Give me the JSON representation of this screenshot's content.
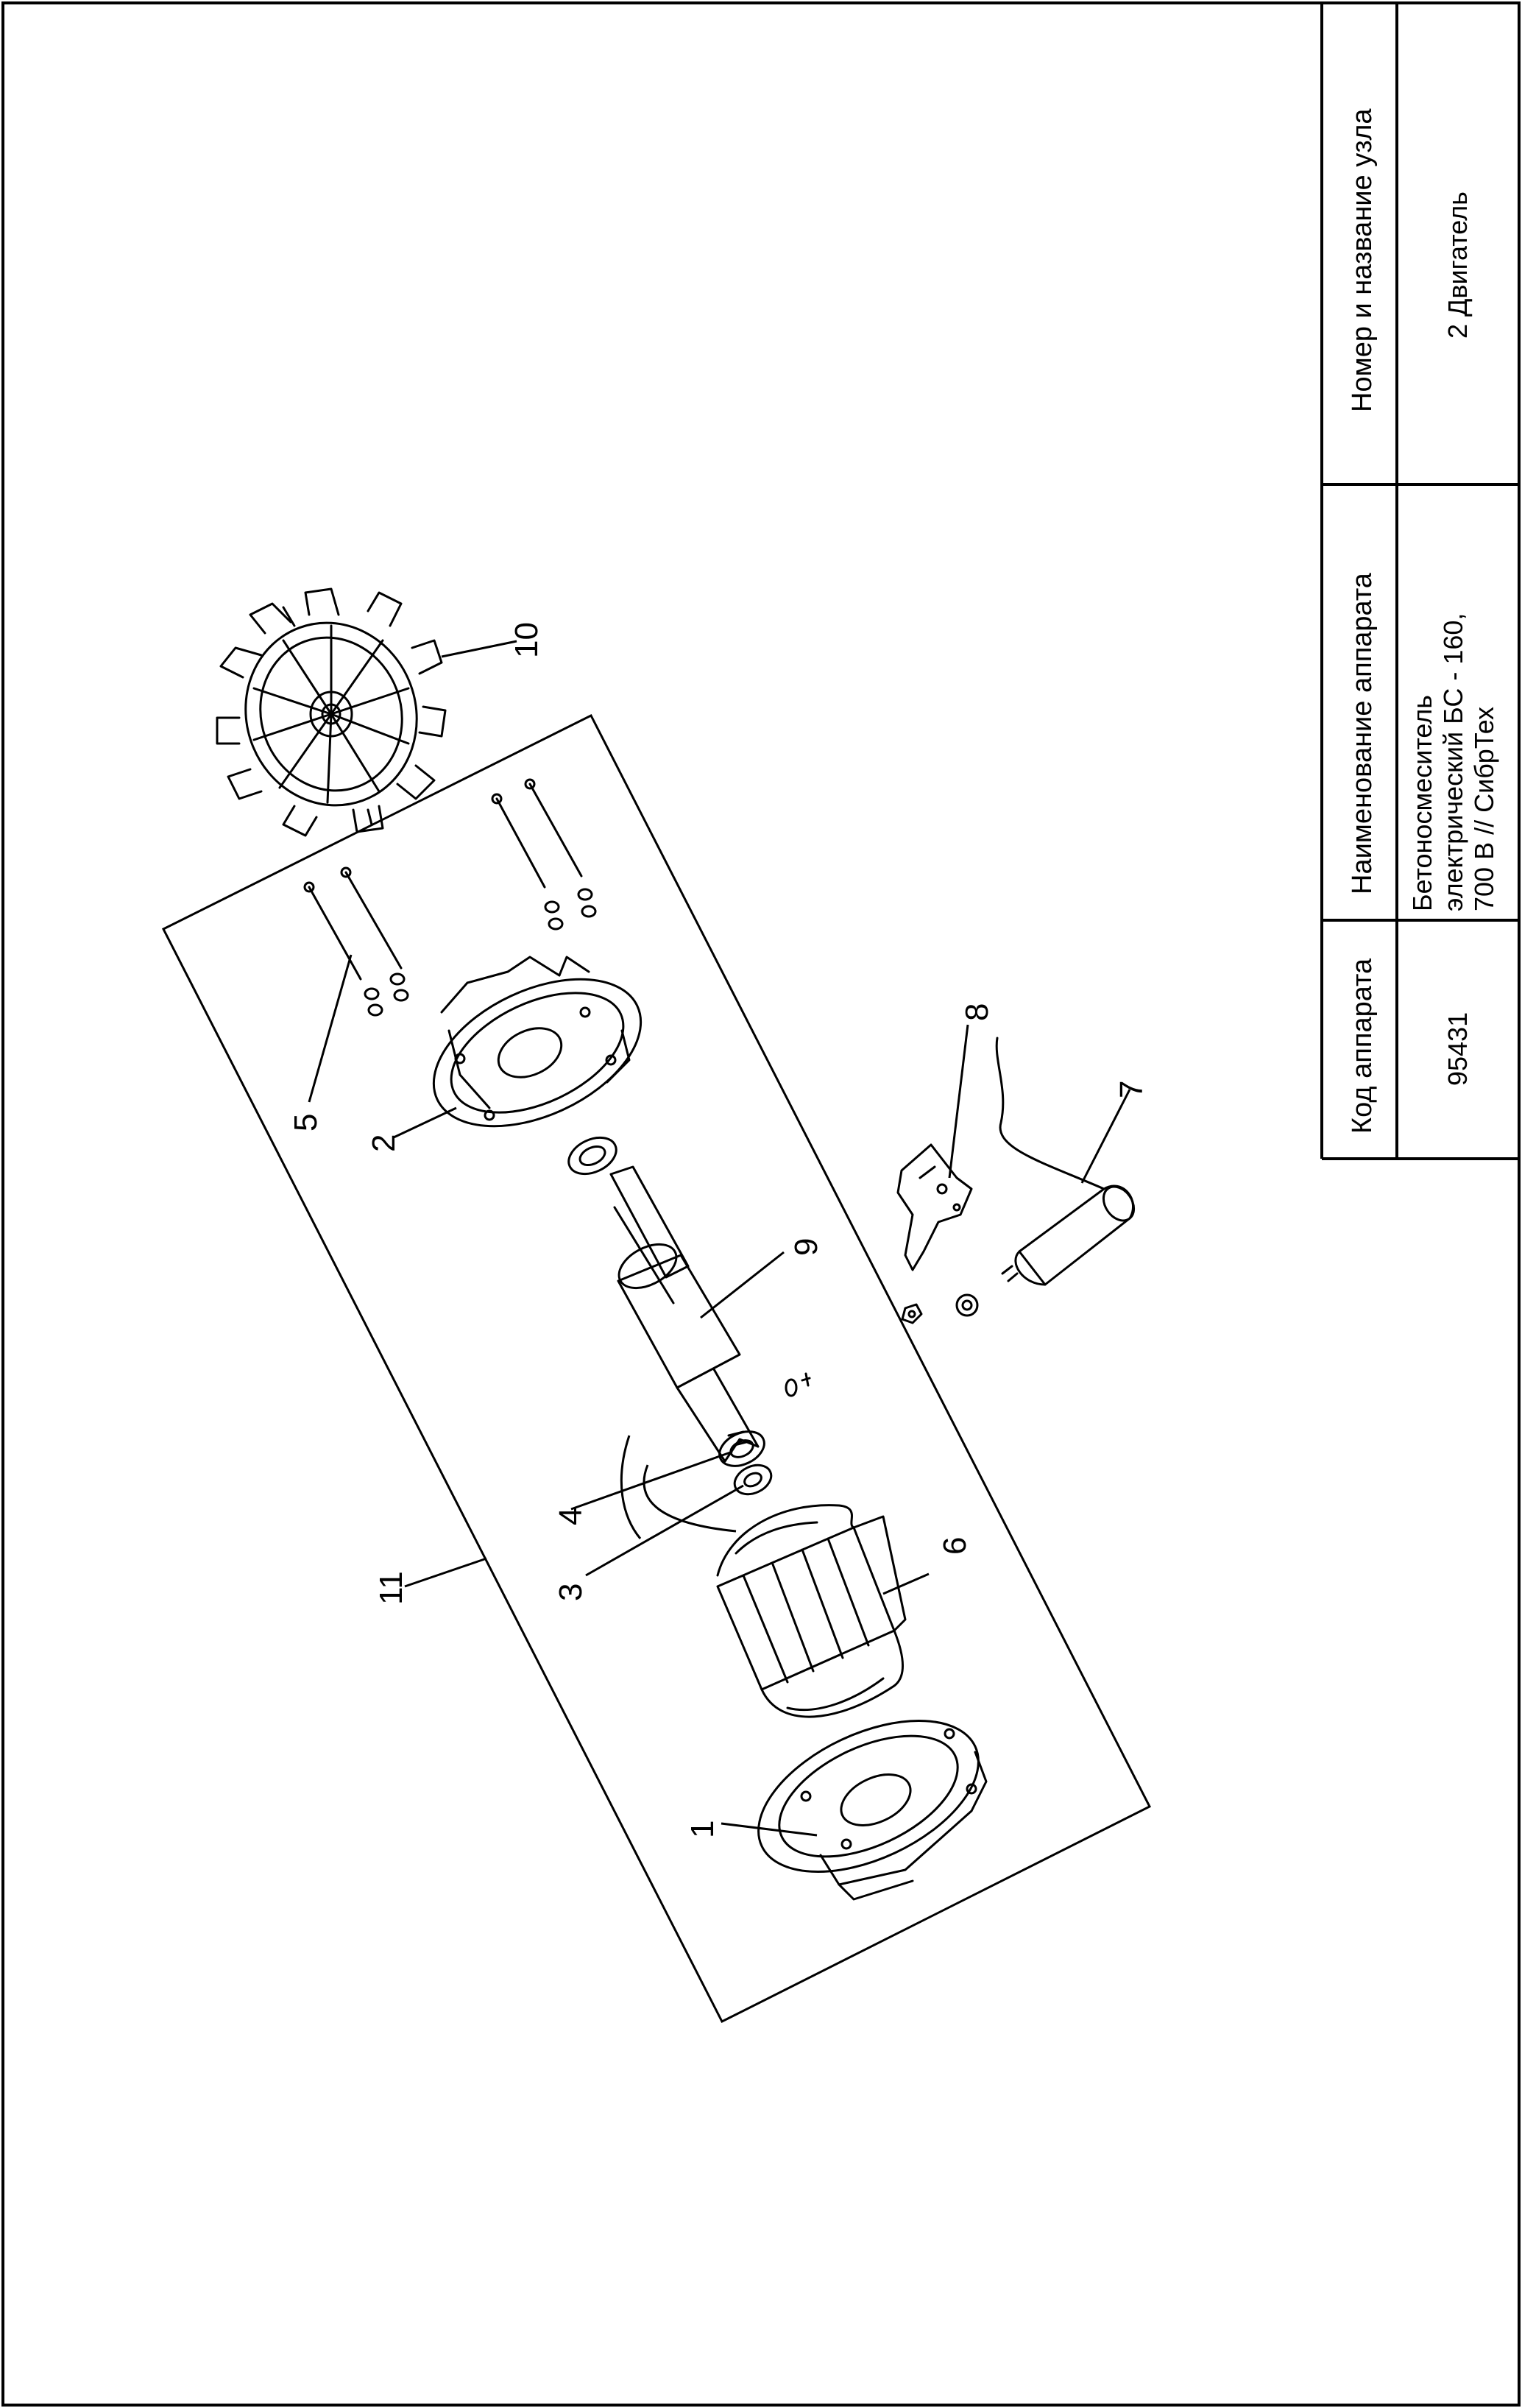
{
  "title_block": {
    "headers": {
      "code": "Код аппарата",
      "name": "Наименование аппарата",
      "assembly": "Номер и название узла"
    },
    "values": {
      "code": "95431",
      "name_lines": [
        "Бетоносмеситель",
        "электрический БС - 160,",
        "700 В // СибрТех"
      ],
      "assembly": "2 Двигатель"
    }
  },
  "callouts": [
    "1",
    "2",
    "3",
    "4",
    "5",
    "6",
    "7",
    "8",
    "9",
    "10",
    "11"
  ]
}
